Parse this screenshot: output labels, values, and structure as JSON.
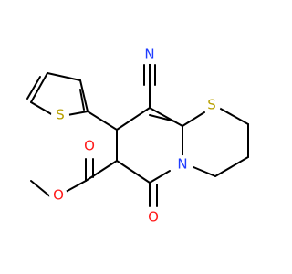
{
  "molecule": {
    "atoms": {
      "N_nitrile": {
        "label": "N",
        "color": "#1f3cff"
      },
      "S_ring": {
        "label": "S",
        "color": "#b8a000"
      },
      "S_thiophene": {
        "label": "S",
        "color": "#b8a000"
      },
      "N_ring": {
        "label": "N",
        "color": "#1f3cff"
      },
      "O_ester_dbl": {
        "label": "O",
        "color": "#ff1a1a"
      },
      "O_ester_single": {
        "label": "O",
        "color": "#ff1a1a"
      },
      "O_ketone": {
        "label": "O",
        "color": "#ff1a1a"
      }
    },
    "bond_color": "#000000",
    "background": "#ffffff"
  }
}
